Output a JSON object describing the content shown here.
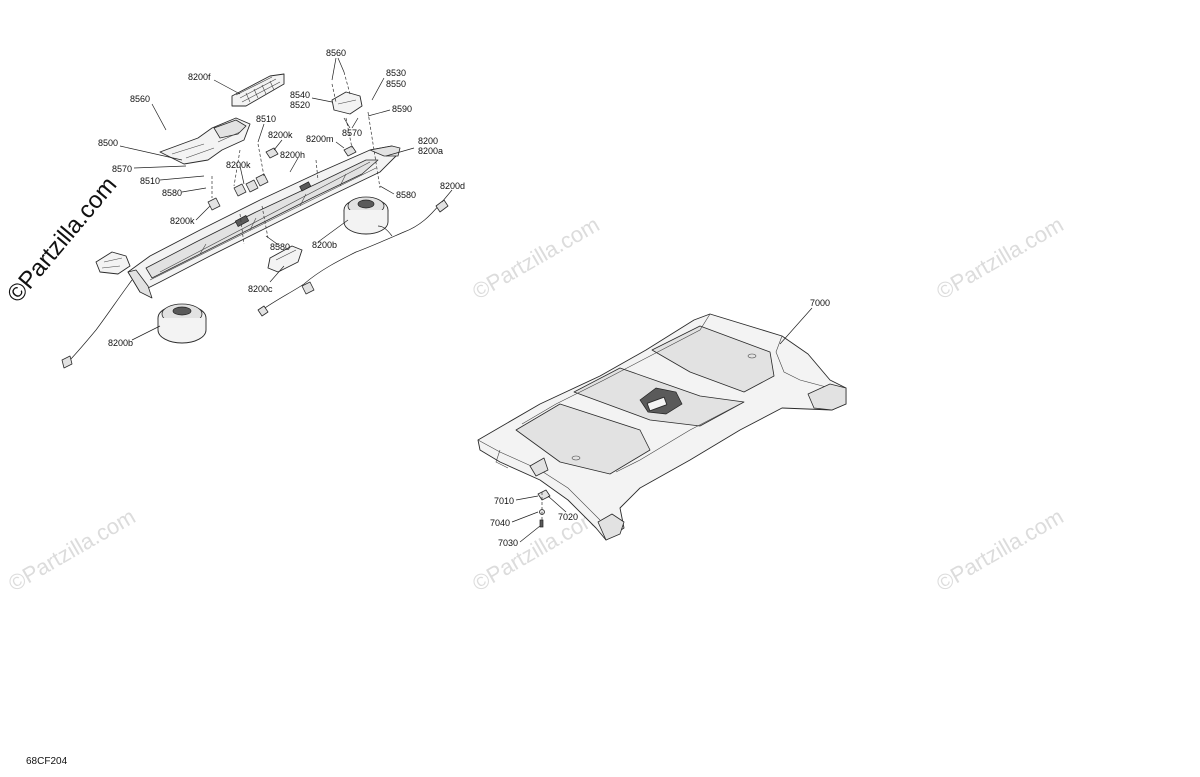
{
  "watermark": {
    "text": "©Partzilla.com",
    "color": "#dcdcdc",
    "emphasis_color": "#111111"
  },
  "diagram_code": "68CF204",
  "callouts": {
    "c8200f": "8200f",
    "c8560a": "8560",
    "c8560b": "8560",
    "c8530": "8530",
    "c8550": "8550",
    "c8540": "8540",
    "c8520": "8520",
    "c8590": "8590",
    "c8510a": "8510",
    "c8500": "8500",
    "c8200k1": "8200k",
    "c8570a": "8570",
    "c8200m": "8200m",
    "c8200": "8200",
    "c8200a": "8200a",
    "c8200h": "8200h",
    "c8200k2": "8200k",
    "c8570b": "8570",
    "c8510b": "8510",
    "c8580a": "8580",
    "c8580b": "8580",
    "c8200d": "8200d",
    "c8200k3": "8200k",
    "c8580c": "8580",
    "c8200b1": "8200b",
    "c8200c": "8200c",
    "c8200b2": "8200b",
    "c7000": "7000",
    "c7010": "7010",
    "c7020": "7020",
    "c7040": "7040",
    "c7030": "7030"
  }
}
